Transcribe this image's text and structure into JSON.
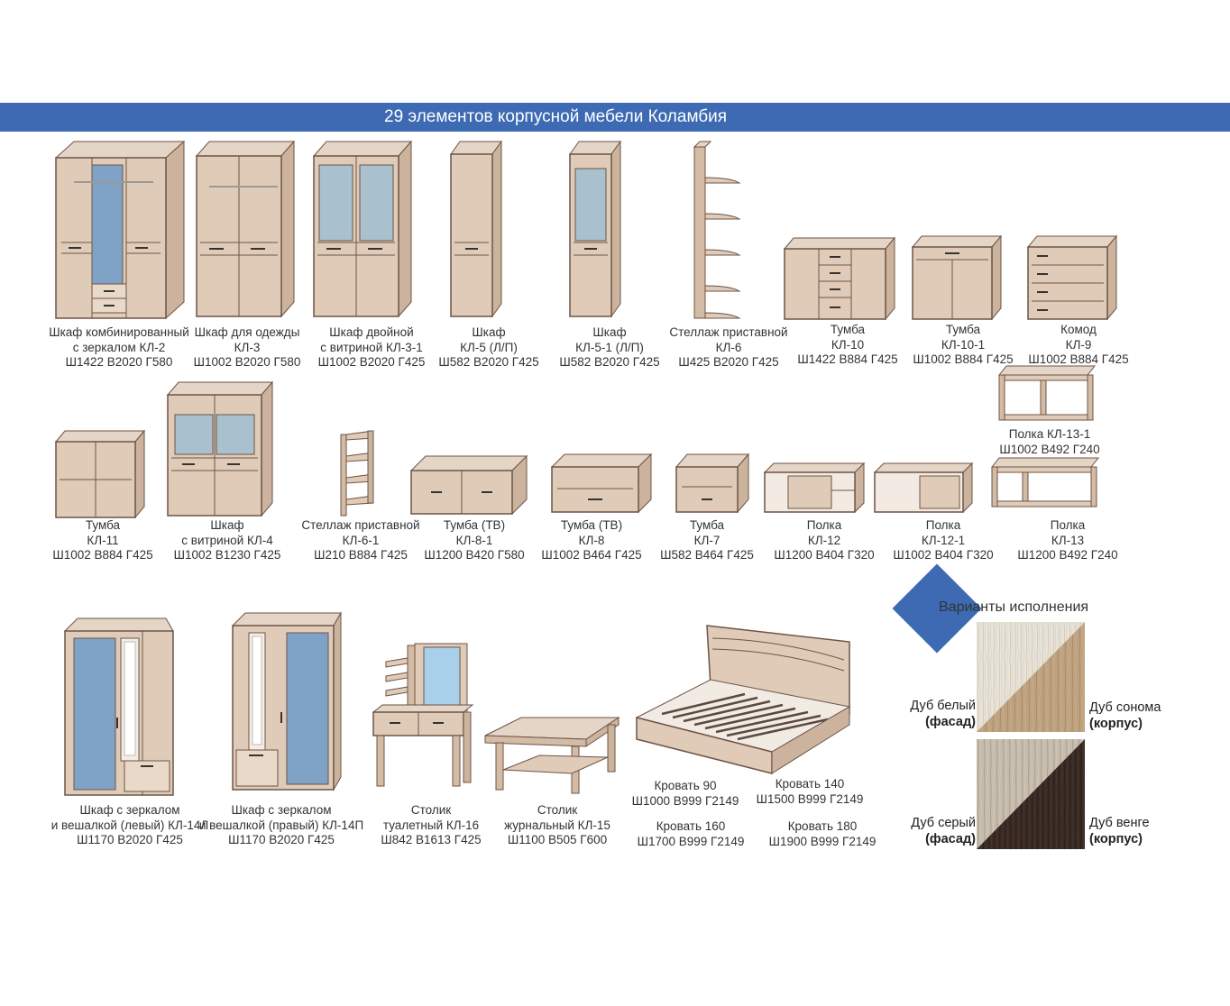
{
  "title": "29 элементов корпусной мебели Коламбия",
  "items": [
    {
      "l1": "Шкаф комбинированный",
      "l2": "с зеркалом КЛ-2",
      "dims": "Ш1422 В2020 Г580"
    },
    {
      "l1": "Шкаф для одежды",
      "l2": "КЛ-3",
      "dims": "Ш1002 В2020 Г580"
    },
    {
      "l1": "Шкаф двойной",
      "l2": "с витриной КЛ-3-1",
      "dims": "Ш1002 В2020 Г425"
    },
    {
      "l1": "Шкаф",
      "l2": "КЛ-5 (Л/П)",
      "dims": "Ш582 В2020 Г425"
    },
    {
      "l1": "Шкаф",
      "l2": "КЛ-5-1 (Л/П)",
      "dims": "Ш582 В2020 Г425"
    },
    {
      "l1": "Стеллаж приставной",
      "l2": "КЛ-6",
      "dims": "Ш425 В2020 Г425"
    },
    {
      "l1": "Тумба",
      "l2": "КЛ-10",
      "dims": "Ш1422 В884 Г425"
    },
    {
      "l1": "Тумба",
      "l2": "КЛ-10-1",
      "dims": "Ш1002 В884 Г425"
    },
    {
      "l1": "Комод",
      "l2": "КЛ-9",
      "dims": "Ш1002 В884 Г425"
    },
    {
      "l1": "Полка КЛ-13-1",
      "l2": "",
      "dims": "Ш1002 В492 Г240"
    },
    {
      "l1": "Тумба",
      "l2": "КЛ-11",
      "dims": "Ш1002 В884 Г425"
    },
    {
      "l1": "Шкаф",
      "l2": "с витриной КЛ-4",
      "dims": "Ш1002 В1230 Г425"
    },
    {
      "l1": "Стеллаж приставной",
      "l2": "КЛ-6-1",
      "dims": "Ш210 В884 Г425"
    },
    {
      "l1": "Тумба (ТВ)",
      "l2": "КЛ-8-1",
      "dims": "Ш1200 В420 Г580"
    },
    {
      "l1": "Тумба (ТВ)",
      "l2": "КЛ-8",
      "dims": "Ш1002 В464 Г425"
    },
    {
      "l1": "Тумба",
      "l2": "КЛ-7",
      "dims": "Ш582 В464 Г425"
    },
    {
      "l1": "Полка",
      "l2": "КЛ-12",
      "dims": "Ш1200 В404 Г320"
    },
    {
      "l1": "Полка",
      "l2": "КЛ-12-1",
      "dims": "Ш1002 В404 Г320"
    },
    {
      "l1": "Полка",
      "l2": "КЛ-13",
      "dims": "Ш1200 В492 Г240"
    },
    {
      "l1": "Шкаф с зеркалом",
      "l2": "и вешалкой (левый) КЛ-14Л",
      "dims": "Ш1170 В2020 Г425"
    },
    {
      "l1": "Шкаф с зеркалом",
      "l2": "и вешалкой (правый) КЛ-14П",
      "dims": "Ш1170 В2020 Г425"
    },
    {
      "l1": "Столик",
      "l2": "туалетный КЛ-16",
      "dims": "Ш842 В1613 Г425"
    },
    {
      "l1": "Столик",
      "l2": "журнальный КЛ-15",
      "dims": "Ш1100 В505 Г600"
    }
  ],
  "beds": [
    {
      "label": "Кровать 90",
      "dims": "Ш1000 В999 Г2149"
    },
    {
      "label": "Кровать 140",
      "dims": "Ш1500 В999 Г2149"
    },
    {
      "label": "Кровать 160",
      "dims": "Ш1700 В999 Г2149"
    },
    {
      "label": "Кровать 180",
      "dims": "Ш1900 В999 Г2149"
    }
  ],
  "variants": {
    "title": "Варианты исполнения",
    "pairs": [
      {
        "left": "Дуб белый",
        "left_role": "(фасад)",
        "right": "Дуб сонома",
        "right_role": "(корпус)"
      },
      {
        "left": "Дуб серый",
        "left_role": "(фасад)",
        "right": "Дуб венге",
        "right_role": "(корпус)"
      }
    ]
  },
  "colors": {
    "banner": "#3d6ab3",
    "body": "#d9c4b0",
    "edge": "#6d5446",
    "mirror": "#7ea3c6",
    "glass": "#a9c1cf",
    "oak_white": "#e6e2d8",
    "oak_sonoma": "#bfa27f",
    "oak_grey": "#c3b8a8",
    "wenge": "#3a2a24"
  }
}
